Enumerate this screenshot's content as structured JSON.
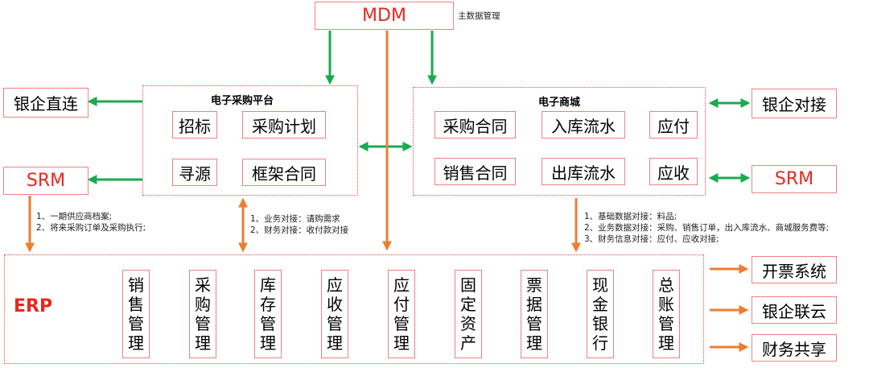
{
  "colors": {
    "box_border": "#f08080",
    "red_text": "#e8281e",
    "green_arrow": "#1aaa50",
    "orange_arrow": "#ed7d31"
  },
  "mdm": {
    "label": "MDM",
    "note": "主数据管理"
  },
  "left": {
    "yinqi_zhilian": "银企直连",
    "srm": "SRM"
  },
  "right": {
    "yinqi_duijie": "银企对接",
    "srm": "SRM"
  },
  "epp": {
    "title": "电子采购平台",
    "items": [
      "招标",
      "采购计划",
      "寻源",
      "框架合同"
    ]
  },
  "mall": {
    "title": "电子商城",
    "items": [
      "采购合同",
      "入库流水",
      "应付",
      "销售合同",
      "出库流水",
      "应收"
    ]
  },
  "notes": {
    "srm": [
      "1、一期供应商档案;",
      "2、将来采购订单及采购执行;"
    ],
    "epp": [
      "1、业务对接：请购需求",
      "2、财务对接：收付款对接"
    ],
    "mall": [
      "1、基础数据对接：料品;",
      "2、业务数据对接：采购、销售订单，出入库流水、商城服务费等;",
      "3、财务信息对接：应付、应收对接;"
    ]
  },
  "erp": {
    "label": "ERP",
    "modules": [
      "销售管理",
      "采购管理",
      "库存管理",
      "应收管理",
      "应付管理",
      "固定资产",
      "票据管理",
      "现金银行",
      "总账管理"
    ]
  },
  "external": [
    "开票系统",
    "银企联云",
    "财务共享"
  ]
}
